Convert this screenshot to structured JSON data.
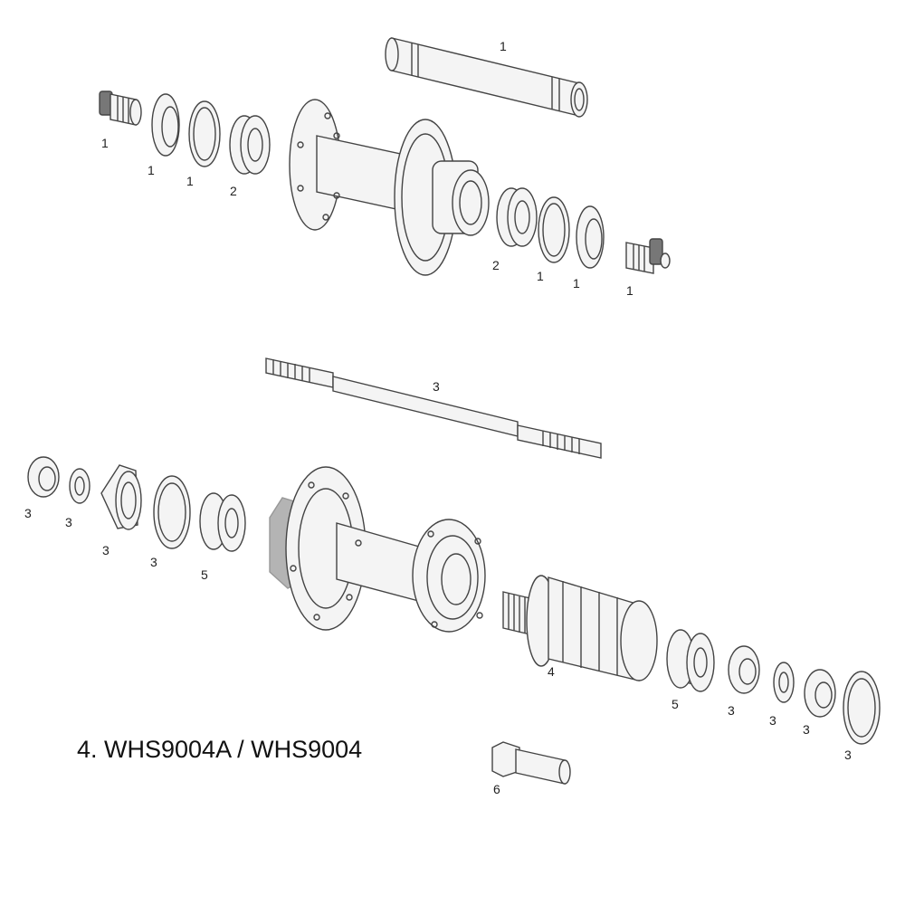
{
  "heading": "4. WHS9004A / WHS9004",
  "callouts": {
    "front_axle": "1",
    "front_endcap_left": "1",
    "front_cone_left": "1",
    "front_seal_left": "1",
    "front_bearing_left": "2",
    "front_bearing_right": "2",
    "front_seal_right": "1",
    "front_cone_right": "1",
    "front_endcap_right": "1",
    "rear_axle": "3",
    "rear_locknut_left": "3",
    "rear_washer_left": "3",
    "rear_cone_left": "3",
    "rear_seal_left": "3",
    "rear_bearing_left": "5",
    "freehub_body": "4",
    "rear_bearing_right": "5",
    "rear_locknut_right": "3",
    "rear_washer_right": "3",
    "rear_nut_right": "3",
    "rear_seal_right": "3",
    "tool": "6"
  }
}
